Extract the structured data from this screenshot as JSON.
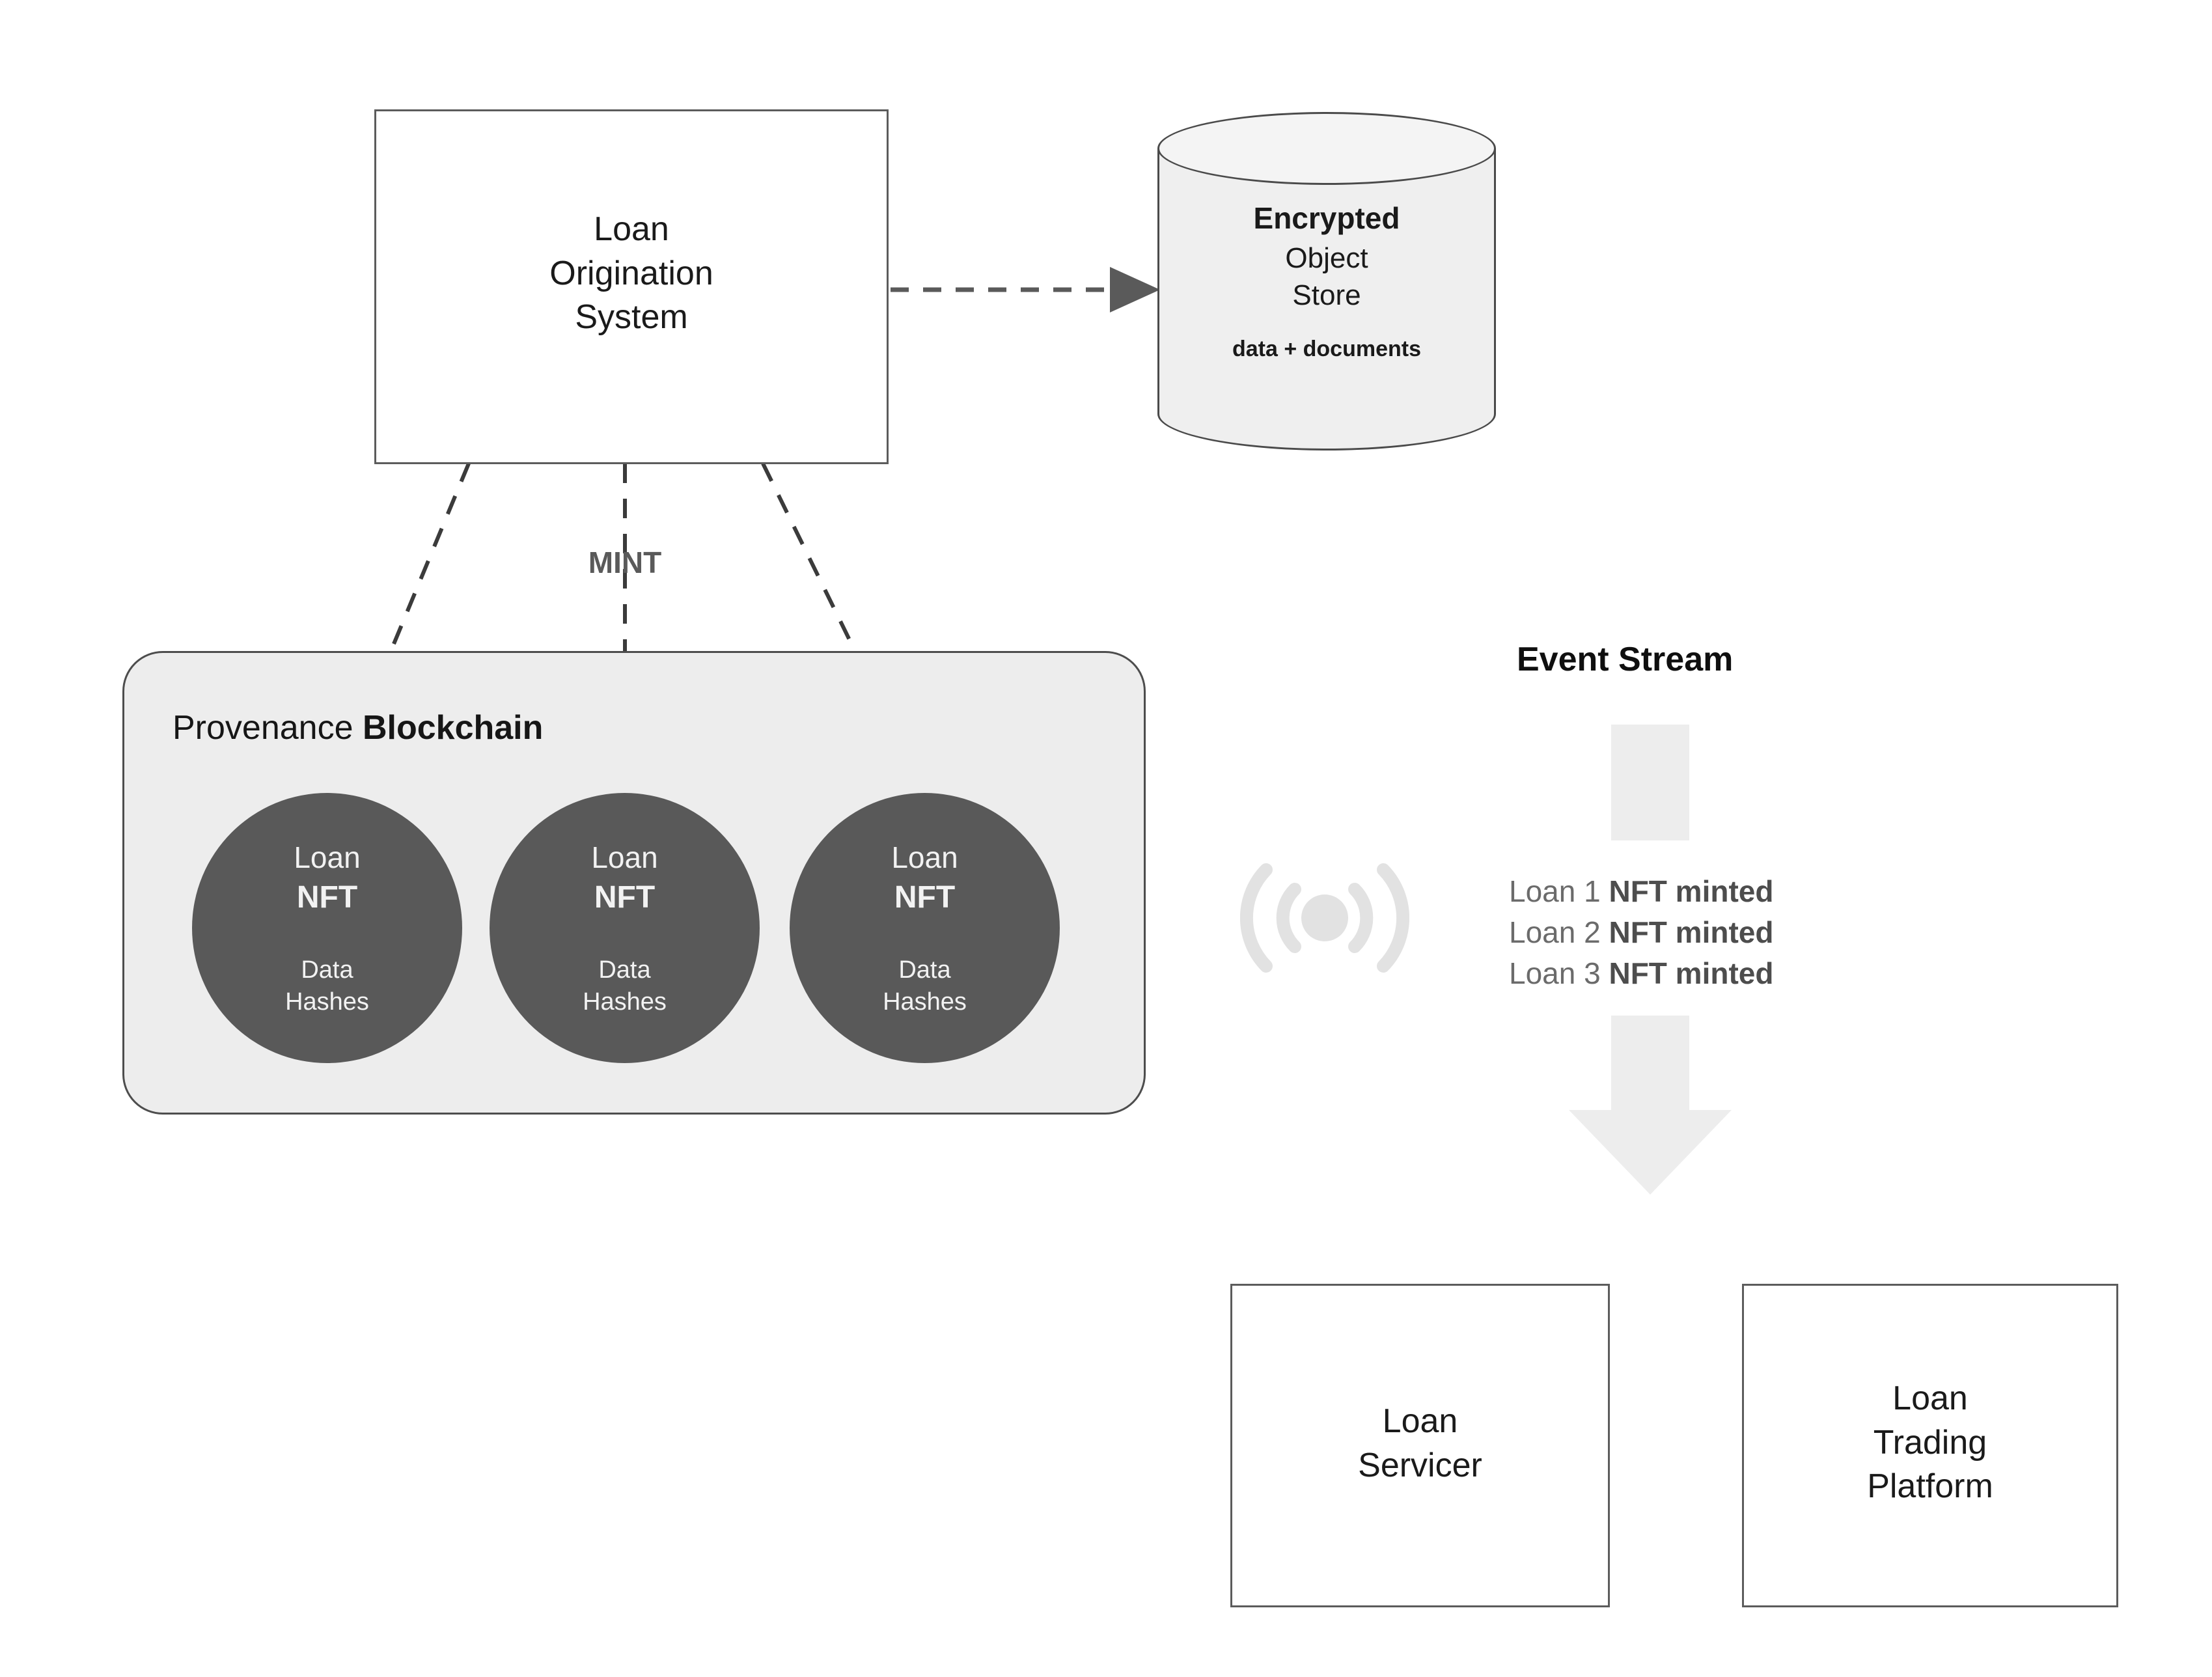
{
  "diagram": {
    "title_hidden": "",
    "origination": {
      "label": "Loan\nOrigination\nSystem"
    },
    "object_store": {
      "line1": "Encrypted",
      "line2": "Object\nStore",
      "line3": "data + documents"
    },
    "mint_label": "MINT",
    "blockchain": {
      "title_regular": "Provenance ",
      "title_bold": "Blockchain",
      "nodes": [
        {
          "top_regular": "Loan",
          "top_bold": "NFT",
          "bottom": "Data\nHashes"
        },
        {
          "top_regular": "Loan",
          "top_bold": "NFT",
          "bottom": "Data\nHashes"
        },
        {
          "top_regular": "Loan",
          "top_bold": "NFT",
          "bottom": "Data\nHashes"
        }
      ]
    },
    "event_stream": {
      "title": "Event Stream",
      "icon": "broadcast-icon",
      "events": [
        {
          "prefix": "Loan 1 ",
          "bold": "NFT minted"
        },
        {
          "prefix": "Loan 2 ",
          "bold": "NFT minted"
        },
        {
          "prefix": "Loan 3 ",
          "bold": "NFT minted"
        }
      ]
    },
    "consumers": [
      {
        "label": "Loan\nServicer"
      },
      {
        "label": "Loan\nTrading\nPlatform"
      }
    ],
    "colors": {
      "stroke": "#4d4d4d",
      "node_fill": "#595959",
      "panel_fill": "#ededed",
      "store_fill": "#efefef",
      "accent_text": "#595959",
      "event_gray": "#6b6b6b"
    }
  }
}
